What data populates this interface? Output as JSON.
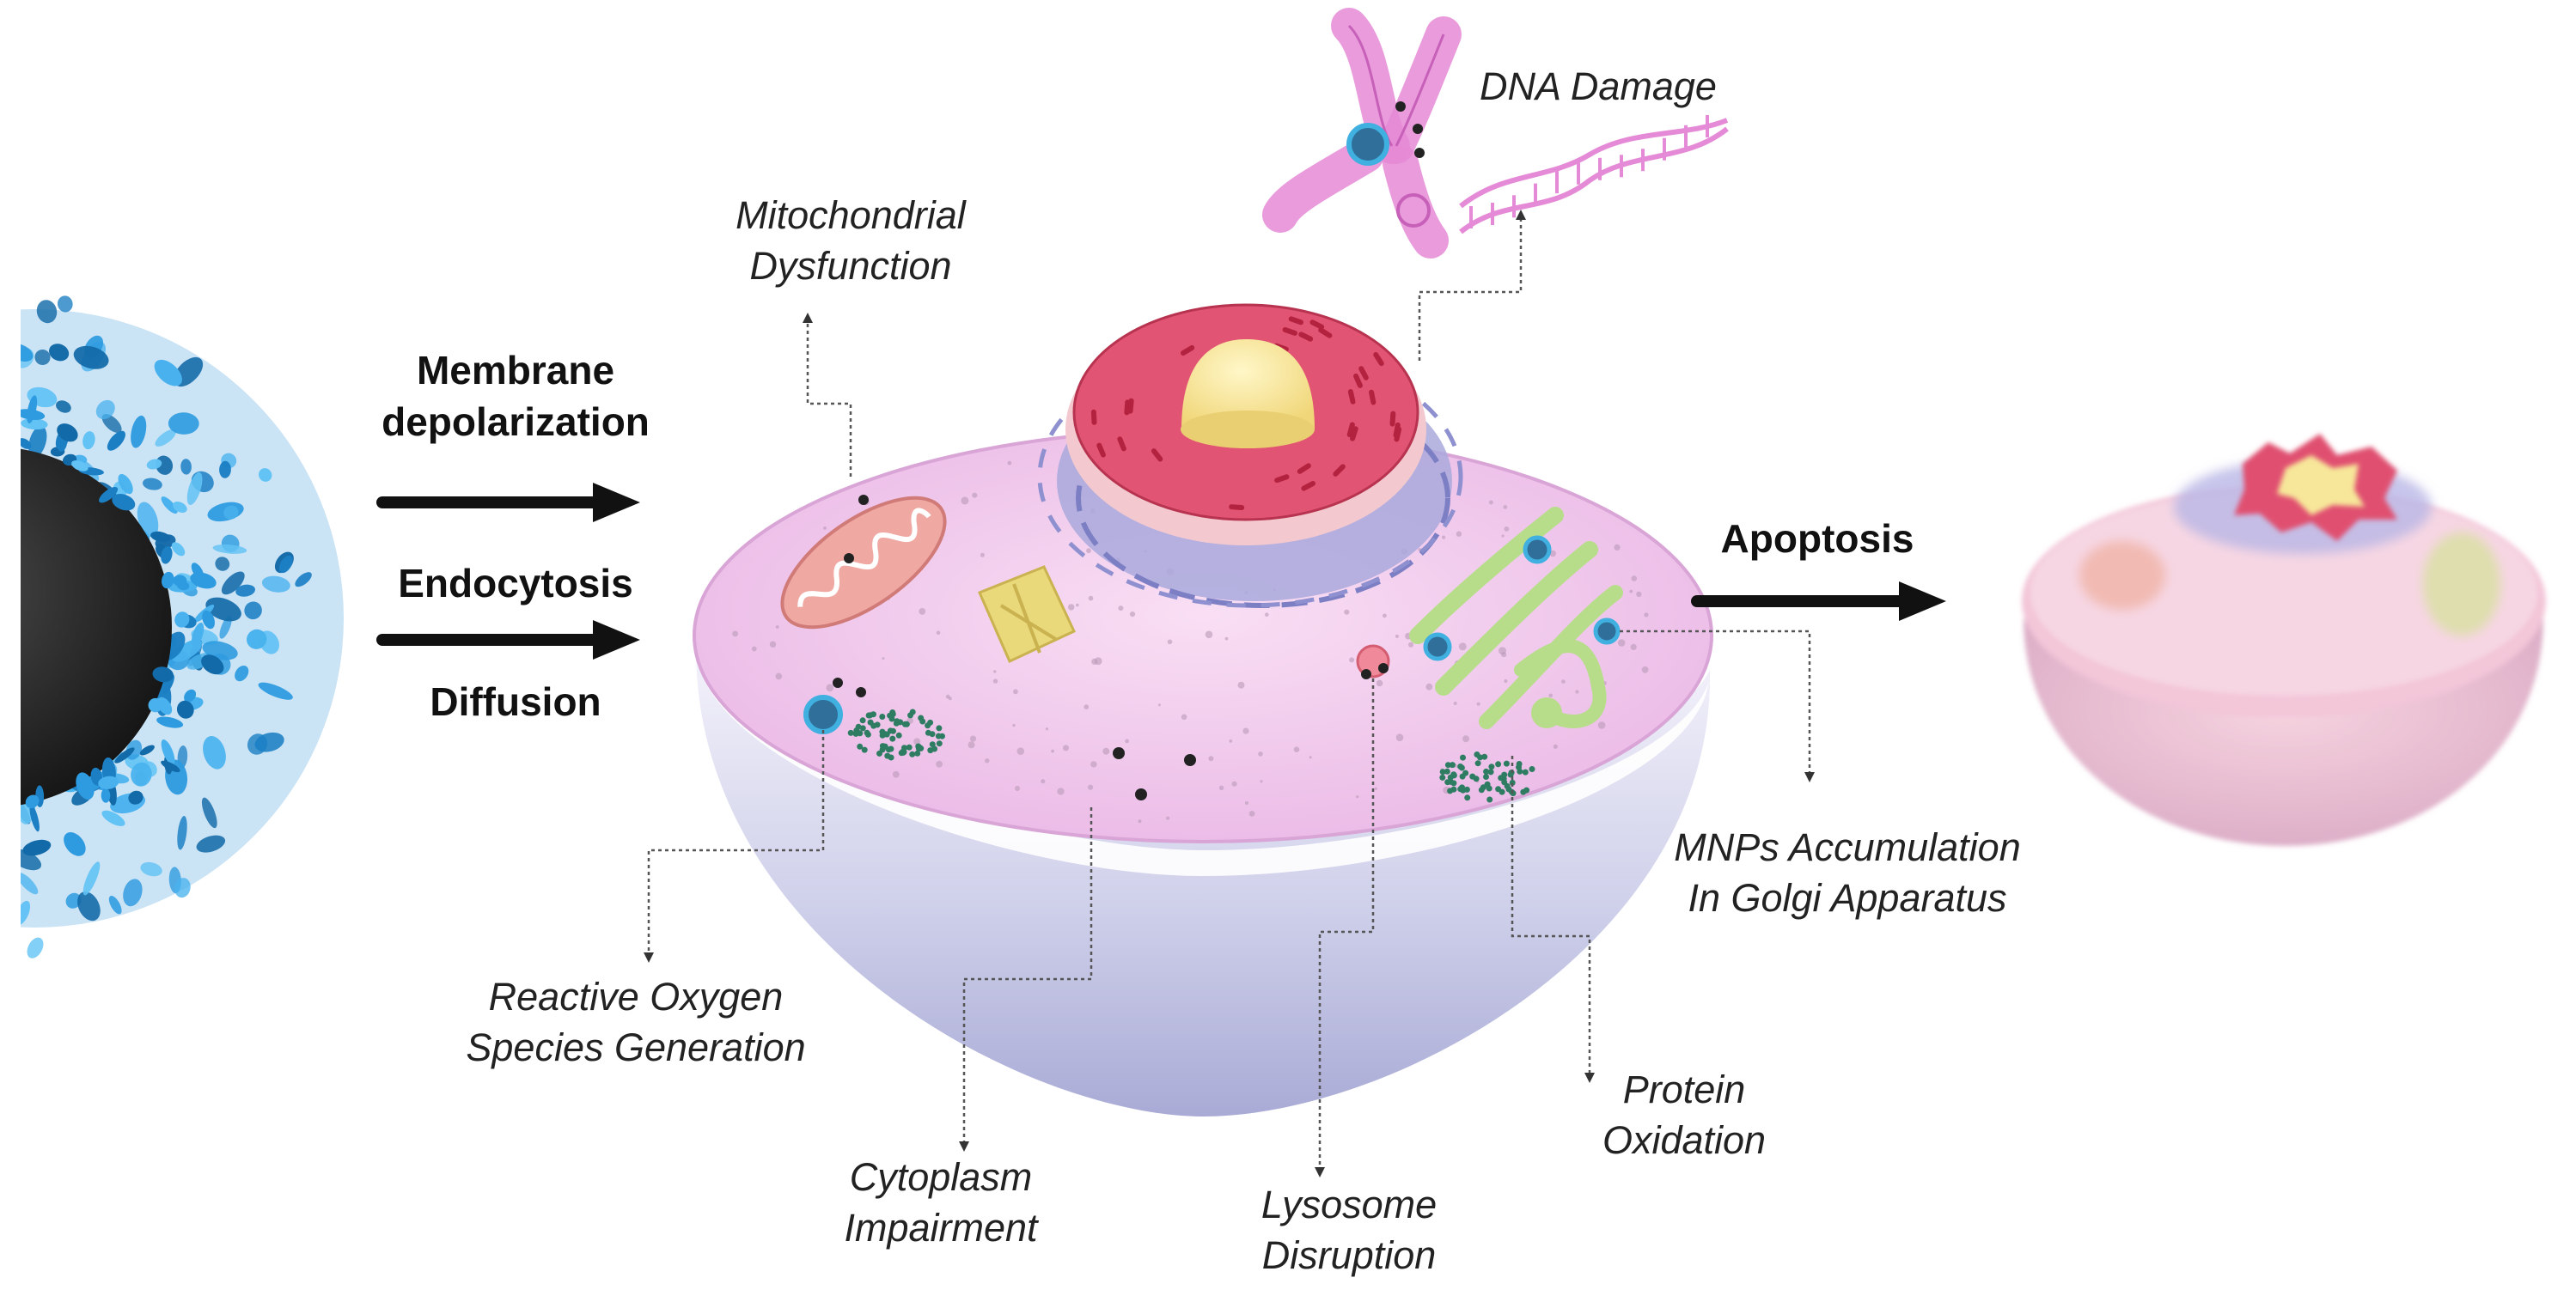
{
  "entry_routes": {
    "membrane_line1": "Membrane",
    "membrane_line2": "depolarization",
    "endocytosis": "Endocytosis",
    "diffusion": "Diffusion"
  },
  "outcome": {
    "apoptosis": "Apoptosis"
  },
  "effects": {
    "dna_damage": "DNA Damage",
    "mito_line1": "Mitochondrial",
    "mito_line2": "Dysfunction",
    "ros_line1": "Reactive Oxygen",
    "ros_line2": "Species Generation",
    "cyto_line1": "Cytoplasm",
    "cyto_line2": "Impairment",
    "lyso_line1": "Lysosome",
    "lyso_line2": "Disruption",
    "protein_line1": "Protein",
    "protein_line2": "Oxidation",
    "golgi_line1": "MNPs Accumulation",
    "golgi_line2": "In Golgi Apparatus"
  },
  "colors": {
    "nanoparticle_shell": "#2e9be0",
    "nanoparticle_core": "#1f1f1f",
    "cytoplasm": "#f2c9ee",
    "cell_base": "#c7c9e6",
    "nucleus_ring": "#e0506f",
    "nucleolus": "#f7e79a",
    "golgi": "#b7dd8a",
    "mitochondria": "#f0aaa4",
    "dna": "#e58ad6"
  }
}
